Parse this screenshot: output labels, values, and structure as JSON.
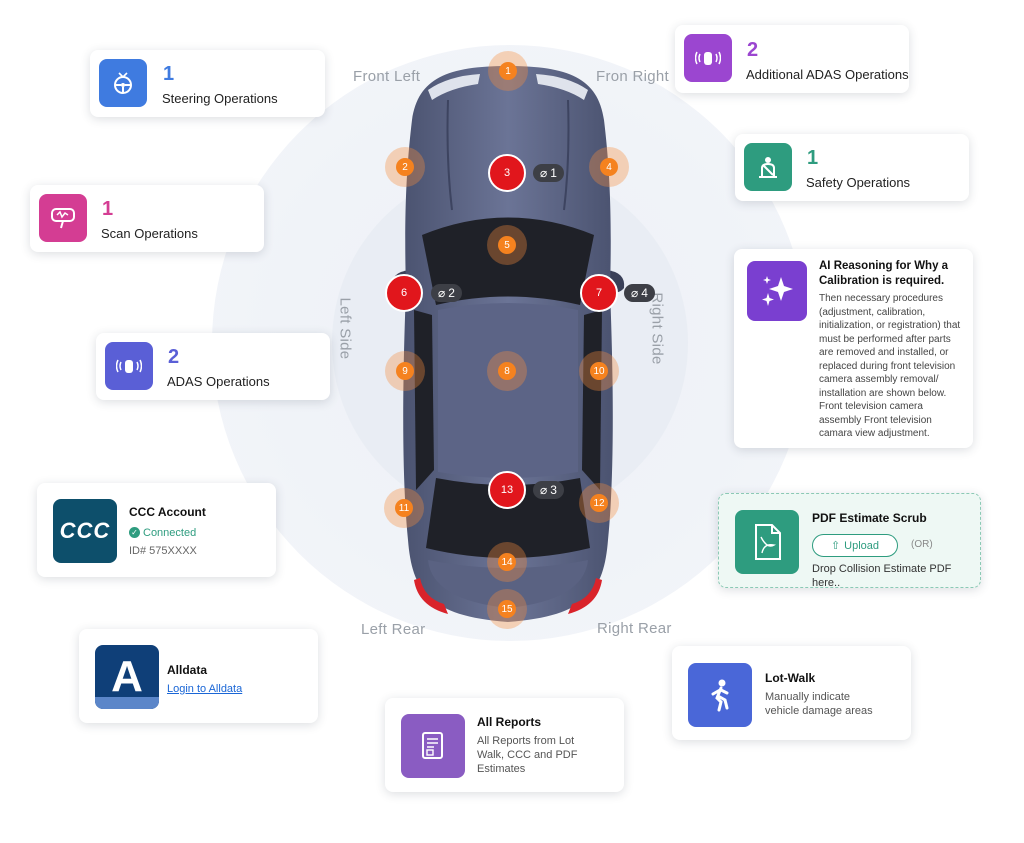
{
  "positions": {
    "front_left": "Front Left",
    "front_right": "Fron Right",
    "left_side": "Left Side",
    "right_side": "Right Side",
    "left_rear": "Left Rear",
    "right_rear": "Right Rear"
  },
  "markers": [
    {
      "n": "1",
      "style": "orange"
    },
    {
      "n": "2",
      "style": "orange"
    },
    {
      "n": "3",
      "style": "red",
      "attachments": "1"
    },
    {
      "n": "4",
      "style": "orange"
    },
    {
      "n": "5",
      "style": "orange"
    },
    {
      "n": "6",
      "style": "red",
      "attachments": "2"
    },
    {
      "n": "7",
      "style": "red",
      "attachments": "4"
    },
    {
      "n": "8",
      "style": "orange"
    },
    {
      "n": "9",
      "style": "orange"
    },
    {
      "n": "10",
      "style": "orange"
    },
    {
      "n": "11",
      "style": "orange"
    },
    {
      "n": "12",
      "style": "orange"
    },
    {
      "n": "13",
      "style": "red",
      "attachments": "3"
    },
    {
      "n": "14",
      "style": "orange"
    },
    {
      "n": "15",
      "style": "orange"
    }
  ],
  "cards": {
    "steering": {
      "count": "1",
      "label": "Steering Operations",
      "icon": "steering-wheel-icon",
      "color": "#3f7be0"
    },
    "additional_adas": {
      "count": "2",
      "label": "Additional ADAS Operations",
      "icon": "car-sensor-icon",
      "color": "#9b46d0"
    },
    "safety": {
      "count": "1",
      "label": "Safety Operations",
      "icon": "seatbelt-icon",
      "color": "#2e9c7f"
    },
    "scan": {
      "count": "1",
      "label": "Scan Operations",
      "icon": "scan-tool-icon",
      "color": "#d43d93"
    },
    "ai": {
      "title": "AI Reasoning for Why a Calibration is required.",
      "body": "Then necessary procedures (adjustment, calibration, initialization, or registration) that must be performed after parts are removed and installed, or replaced during front television camera assembly removal/ installation are shown below. Front television camera assembly Front television camara view adjustment.",
      "icon": "sparkles-icon",
      "color": "#7a3fd0"
    },
    "adas": {
      "count": "2",
      "label": "ADAS Operations",
      "icon": "car-sensor-icon",
      "color": "#5a5fd6"
    },
    "ccc": {
      "title": "CCC Account",
      "status": "Connected",
      "id": "ID# 575XXXX",
      "logo_text": "CCC",
      "status_color": "#2e9c7f"
    },
    "pdf": {
      "title": "PDF Estimate Scrub",
      "upload": "Upload",
      "or": "(OR)",
      "drop": "Drop Collision Estimate PDF here..",
      "icon": "pdf-file-icon",
      "color": "#2e9c7f"
    },
    "alldata": {
      "title": "Alldata",
      "link": "Login to Alldata",
      "logo_text": "A"
    },
    "lotwalk": {
      "title": "Lot-Walk",
      "sub": "Manually indicate vehicle damage areas",
      "icon": "walking-person-icon",
      "color": "#4a67d8"
    },
    "reports": {
      "title": "All Reports",
      "sub": "All Reports from Lot Walk, CCC and PDF Estimates",
      "icon": "report-document-icon",
      "color": "#8a5cc2"
    }
  }
}
